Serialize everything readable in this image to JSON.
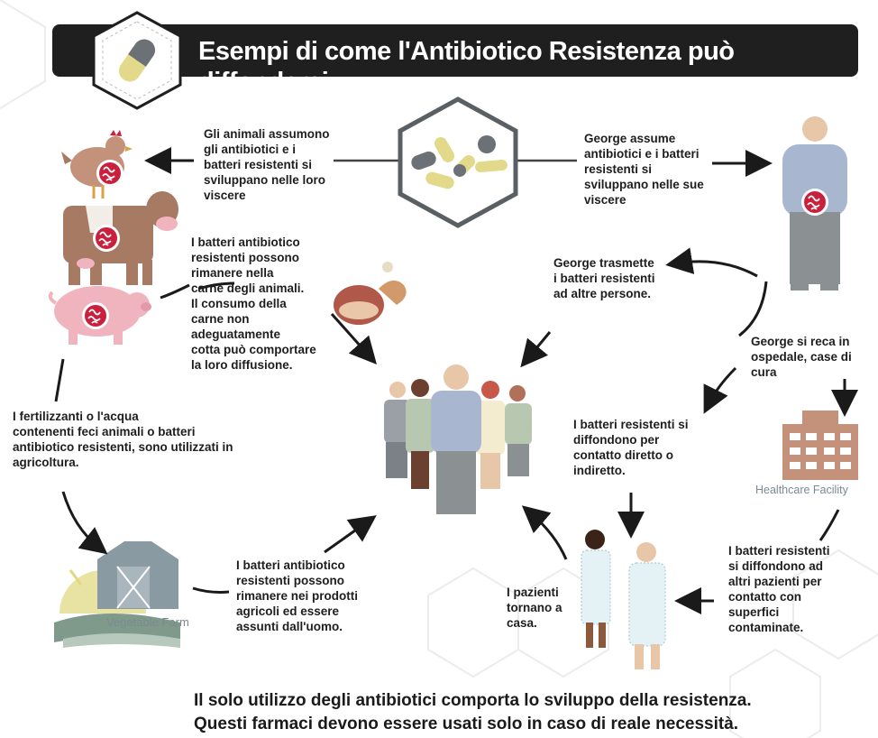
{
  "title": "Esempi di come l'Antibiotico Resistenza può diffondersi",
  "captions": {
    "animals": "Gli animali  assumono\ngli antibiotici e i\nbatteri resistenti si\nsviluppano  nelle loro\nviscere",
    "george_takes": "George assume\nantibiotici e i batteri\nresistenti si\nsviluppano nelle sue\nviscere",
    "meat": "I batteri antibiotico\nresistenti possono\nrimanere nella\ncarne degli animali.\nIl consumo della\ncarne non\nadeguatamente\ncotta può comportare\n     la loro diffusione.",
    "george_transmits": "George trasmette\ni batteri resistenti\nad altre persone.",
    "george_hospital": "George si reca in\nospedale, case di cura",
    "fertilizers": "I fertilizzanti o l'acqua\ncontenenti feci animali o batteri\nantibiotico resistenti, sono utilizzati in\nagricoltura.",
    "contact_spread": "I batteri resistenti si\ndiffondono per\ncontatto diretto o\nindiretto.",
    "produce": "I batteri antibiotico\nresistenti possono\nrimanere nei prodotti\nagricoli ed essere\nassunti dall'uomo.",
    "patients_home": "I pazienti\ntornano a\ncasa.",
    "surfaces": "I batteri resistenti\nsi diffondono ad\naltri pazienti per\ncontatto con\nsuperfici\ncontaminate."
  },
  "labels": {
    "farm": "Vegetable Farm",
    "healthcare": "Healthcare Facility"
  },
  "footer": {
    "line1": "Il solo utilizzo degli antibiotici comporta lo sviluppo della resistenza.",
    "line2": "Questi farmaci devono essere usati solo in caso di reale necessità."
  },
  "colors": {
    "banner": "#1f1f1f",
    "pill_yellow": "#e2d98a",
    "pill_gray": "#6c7177",
    "body_blue": "#a9b6cf",
    "body_gray": "#8b9093",
    "gut_red": "#c8203d",
    "cow_brown": "#a77a64",
    "pig_pink": "#f0b4bf",
    "building_tan": "#c4917a",
    "barn_gray": "#8a9aa3"
  }
}
